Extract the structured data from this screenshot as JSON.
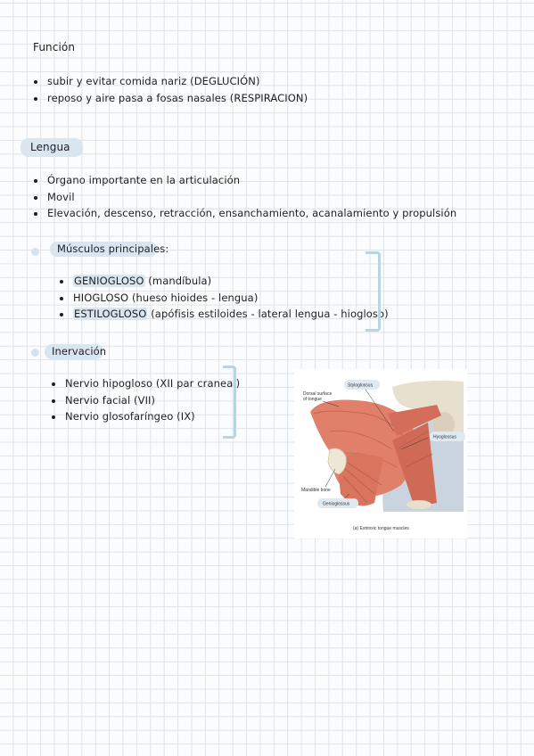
{
  "funcion": {
    "heading": "Función",
    "items": [
      "subir y evitar comida nariz (DEGLUCIÓN)",
      "reposo y aire pasa a fosas nasales (RESPIRACION)"
    ]
  },
  "lengua": {
    "heading": "Lengua",
    "items": [
      "Órgano importante en la articulación",
      "Movil",
      "Elevación, descenso, retracción, ensanchamiento, acanalamiento y propulsión"
    ]
  },
  "musculos": {
    "heading": "Músculos principales:",
    "items": [
      {
        "name": "GENIOGLOSO",
        "detail": " (mandíbula)"
      },
      {
        "name": "HIOGLOSO",
        "detail": " (hueso hioides - lengua)"
      },
      {
        "name": "ESTILOGLOSO",
        "detail": " (apófisis estiloides - lateral lengua - hiogloso)"
      }
    ]
  },
  "inervacion": {
    "heading": "Inervación",
    "items": [
      "Nervio hipogloso (XII par craneal)",
      "Nervio facial (VII)",
      "Nervio glosofaríngeo (IX)"
    ]
  },
  "figure": {
    "labels": {
      "styloglossus": "Styloglossus",
      "dorsal": "Dorsal surface",
      "dorsal2": "of tongue",
      "hyoglossus": "Hyoglossus",
      "mandible": "Mandible bone",
      "genioglossus": "Genioglossus"
    },
    "caption": "(a) Extrinsic tongue muscles"
  }
}
